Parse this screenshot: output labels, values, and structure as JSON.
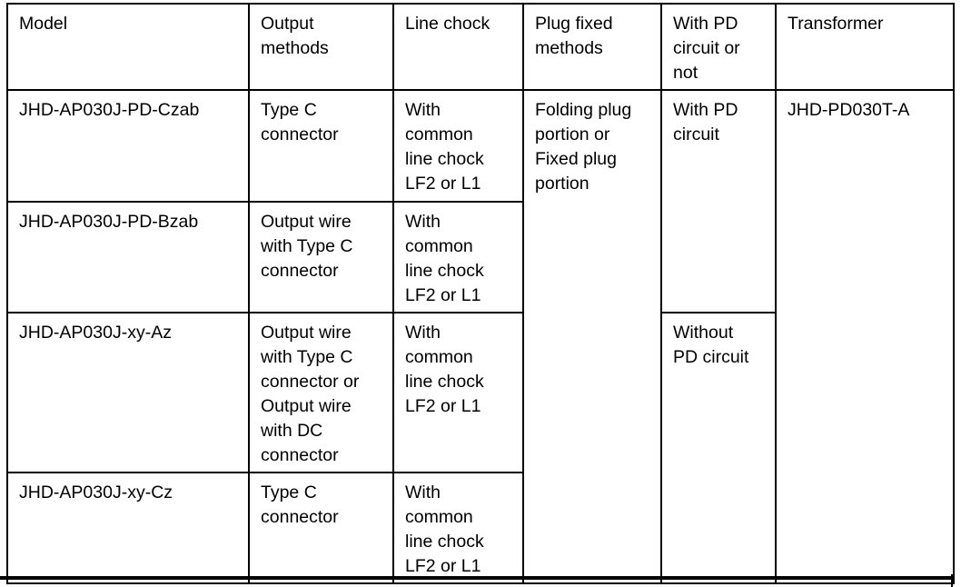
{
  "document": {
    "background_color": "#ffffff",
    "border_color": "#000000",
    "text_color": "#000000"
  },
  "table": {
    "headers": [
      "Model",
      "Output\nmethods",
      "Line chock",
      "Plug fixed\nmethods",
      "With PD\ncircuit or\nnot",
      "Transformer"
    ],
    "rows": [
      {
        "model": "JHD-AP030J-PD-Czab",
        "output_methods": "Type C\nconnector",
        "line_chock": "With\ncommon\nline chock\nLF2 or L1"
      },
      {
        "model": "JHD-AP030J-PD-Bzab",
        "output_methods": "Output wire\nwith Type C\nconnector",
        "line_chock": "With\ncommon\nline chock\nLF2 or L1"
      },
      {
        "model": "JHD-AP030J-xy-Az",
        "output_methods": "Output wire\nwith Type C\nconnector or\nOutput wire\nwith DC\nconnector",
        "line_chock": "With\ncommon\nline chock\nLF2 or L1"
      },
      {
        "model": "JHD-AP030J-xy-Cz",
        "output_methods": "Type C\nconnector",
        "line_chock": "With\ncommon\nline chock\nLF2 or L1"
      }
    ],
    "merged": {
      "plug_fixed_methods": "Folding plug\nportion or\nFixed plug\nportion",
      "pd_circuit_with": "With PD\ncircuit",
      "pd_circuit_without": "Without\nPD circuit",
      "transformer": "JHD-PD030T-A"
    }
  }
}
